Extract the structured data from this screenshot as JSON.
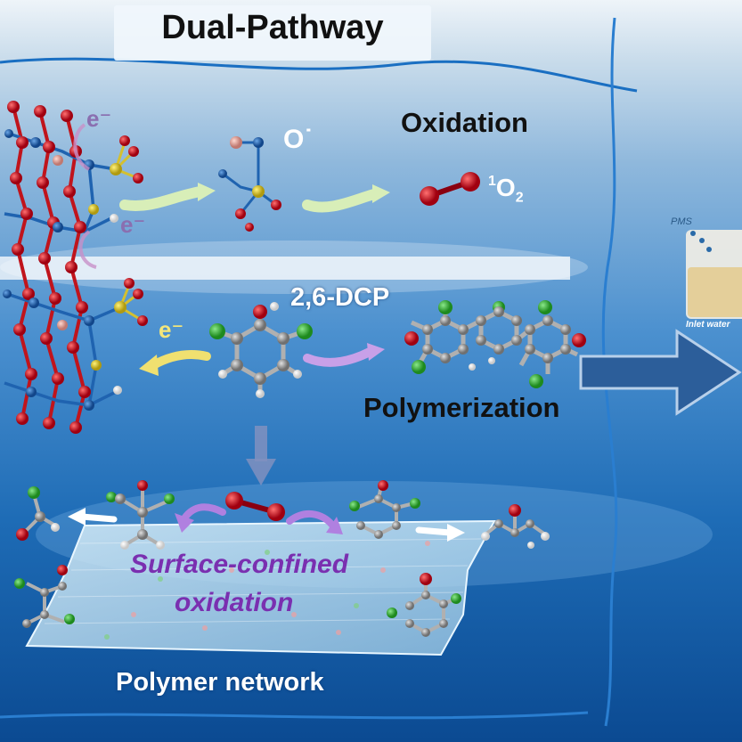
{
  "title": "Dual-Pathway",
  "labels": {
    "oxidation": "Oxidation",
    "o_radical": "O˙",
    "singlet_oxygen_sup": "1",
    "singlet_oxygen_base": "O",
    "singlet_oxygen_sub": "2",
    "dcp": "2,6-DCP",
    "polymerization": "Polymerization",
    "electron": "e⁻",
    "surface_confined_line1": "Surface-confined",
    "surface_confined_line2": "oxidation",
    "polymer_network": "Polymer network",
    "pms": "PMS",
    "inlet_water": "Inlet water"
  },
  "colors": {
    "sky_top": "#e8f1f8",
    "water_mid": "#3f86c8",
    "water_deep": "#0d4f9a",
    "oxygen_atom": "#c0141c",
    "cobalt_atom": "#1f63b0",
    "sulfur_atom": "#d4c030",
    "carbon_atom": "#9a9a9a",
    "chlorine_atom": "#3cb43c",
    "hydrogen_atom": "#ffffff",
    "pink_atom": "#e8a8a0",
    "accent_purple": "#7a2fb0",
    "arrow_green": "#c8e6a0",
    "arrow_purple": "#b080e0",
    "arrow_yellow": "#f0e070"
  }
}
